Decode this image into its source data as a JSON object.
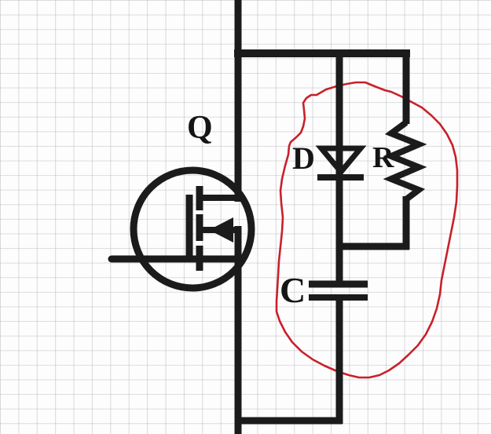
{
  "schematic": {
    "component_labels": {
      "transistor": "Q",
      "diode": "D",
      "resistor": "R",
      "capacitor": "C"
    },
    "colors": {
      "wire": "#1b1b1b",
      "annotation_red": "#c9202a",
      "grid_line": "#b9bbc0",
      "background": "#fdfdfd"
    },
    "annotation": {
      "shape": "hand-drawn-loop",
      "encircles": "diode, resistor and capacitor branch"
    }
  }
}
